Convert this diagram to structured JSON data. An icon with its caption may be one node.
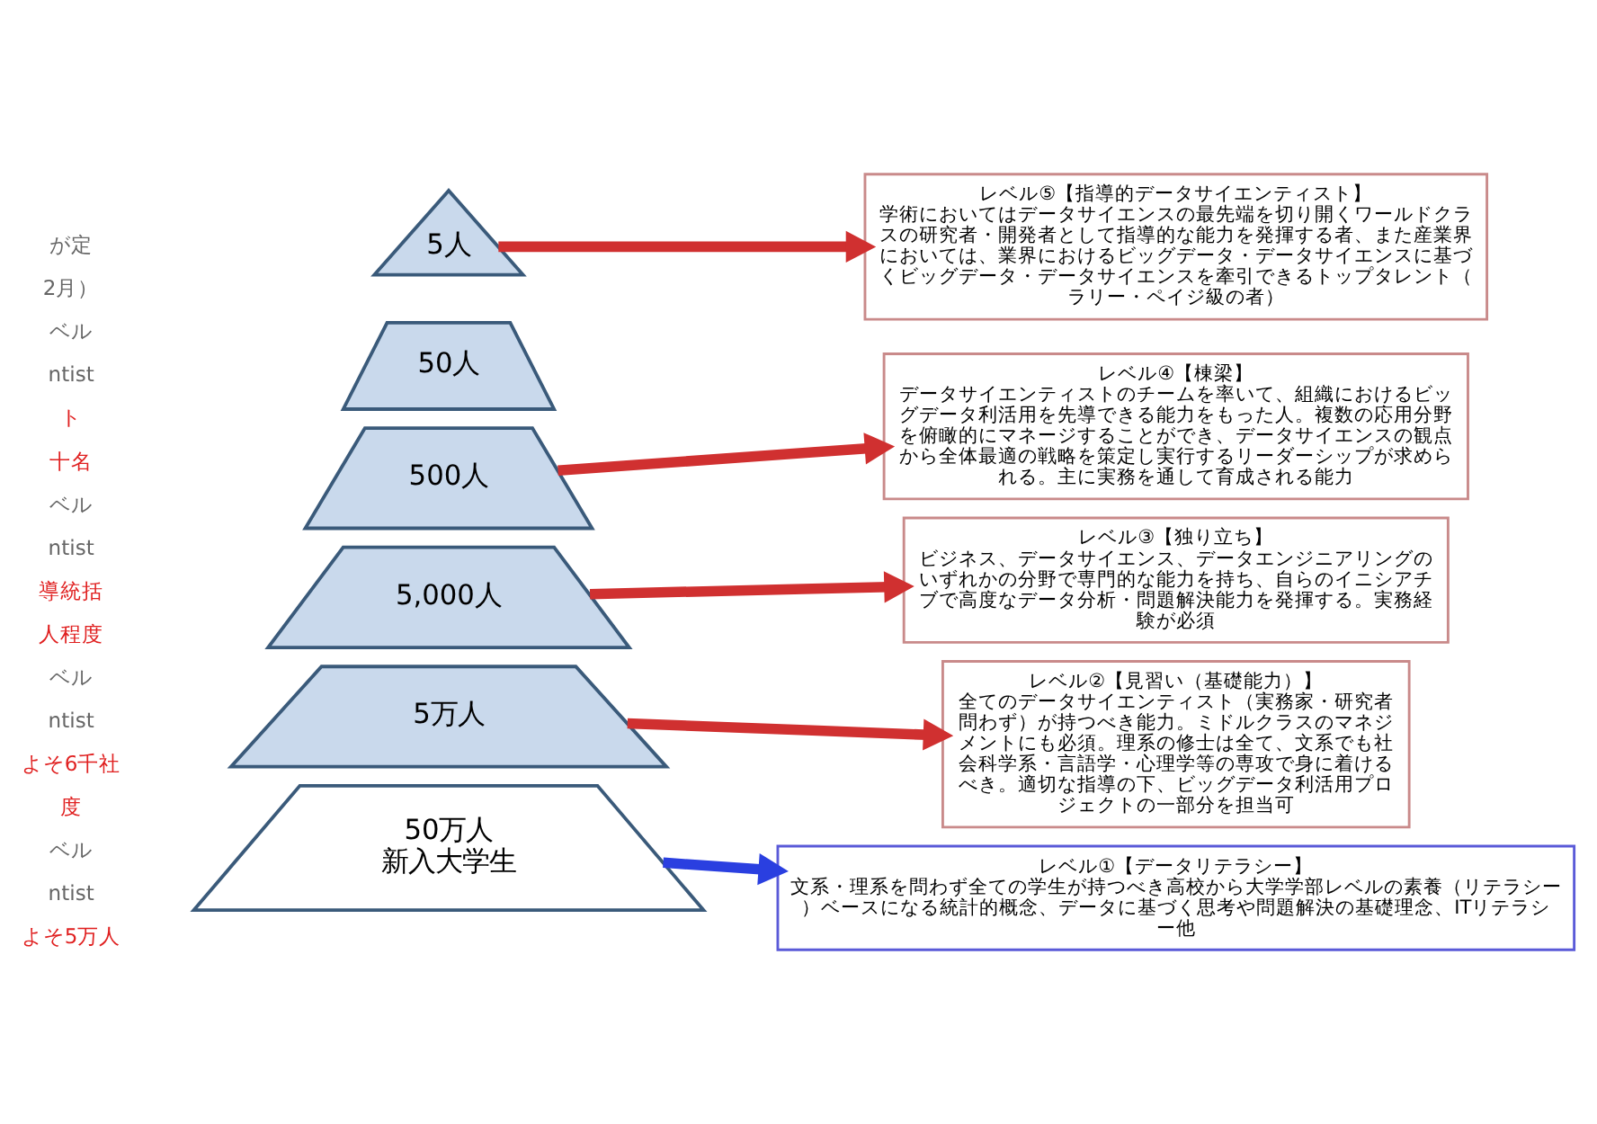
{
  "diagram": {
    "nodes": [
      {
        "text": [
          "5人"
        ]
      },
      {
        "text": [
          "50人"
        ]
      },
      {
        "text": [
          "500人"
        ]
      },
      {
        "text": [
          "5,000人"
        ]
      },
      {
        "text": [
          "5万人"
        ]
      },
      {
        "text": [
          "50万人",
          "新入大学生"
        ]
      },
      {
        "text": [
          "レベル⑤【指導的データサイエンティスト】",
          "学術においてはデータサイエンスの最先端を切り開くワールドクラスの研究者・開発者として指導的な能力を発揮する者、また産業界においては、業界におけるビッグデータ・データサイエンスに基づくビッグデータ・データサイエンスを牽引できるトップタレント（ラリー・ペイジ級の者）"
        ]
      },
      {
        "text": [
          "レベル④【棟梁】",
          "データサイエンティストのチームを率いて、組織におけるビッグデータ利活用を先導できる能力をもった人。複数の応用分野を俯瞰的にマネージすることができ、データサイエンスの観点から全体最適の戦略を策定し実行するリーダーシップが求められる。主に実務を通して育成される能力"
        ]
      },
      {
        "text": [
          "レベル③【独り立ち】",
          "ビジネス、データサイエンス、データエンジニアリングのいずれかの分野で専門的な能力を持ち、自らのイニシアチブで高度なデータ分析・問題解決能力を発揮する。実務経験が必須"
        ]
      },
      {
        "text": [
          "レベル②【見習い（基礎能力）】",
          "全てのデータサイエンティスト（実務家・研究者問わず）が持つべき能力。ミドルクラスのマネジメントにも必須。理系の修士は全て、文系でも社会科学系・言語学・心理学等の専攻で身に着けるべき。適切な指導の下、ビッグデータ利活用プロジェクトの一部分を担当可"
        ]
      },
      {
        "text": [
          "レベル①【データリテラシー】",
          "文系・理系を問わず全ての学生が持つべき高校から大学学部レベルの素養（リテラシー）ベースになる統計的概念、データに基づく思考や問題解決の基礎理念、ITリテラシー他"
        ]
      }
    ],
    "edges": [
      {
        "from": 0,
        "to": 6,
        "arrow": "to"
      },
      {
        "from": 2,
        "to": 7,
        "arrow": "to"
      },
      {
        "from": 3,
        "to": 8,
        "arrow": "to"
      },
      {
        "from": 4,
        "to": 9,
        "arrow": "to"
      },
      {
        "from": 5,
        "to": 10,
        "arrow": "to",
        "color": "#2a3fe0"
      }
    ],
    "labels": [
      "が定",
      "2月）",
      "ベル",
      "ntist",
      "ト",
      "十名",
      "ベル",
      "ntist",
      "導統括",
      "人程度",
      "ベル",
      "ntist",
      "よそ6千社",
      "度",
      "ベル",
      "ntist",
      "よそ5万人"
    ]
  }
}
